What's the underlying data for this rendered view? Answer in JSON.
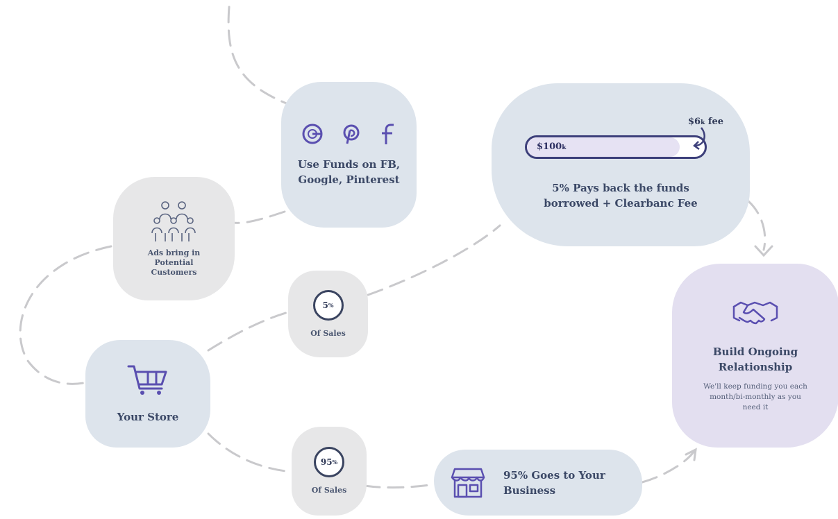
{
  "nodes": {
    "use_funds": {
      "label": "Use Funds on FB, Google, Pinterest"
    },
    "ads": {
      "label": "Ads bring in Potential Customers"
    },
    "your_store": {
      "label": "Your Store"
    },
    "five_pct": {
      "value": "5",
      "unit": "%",
      "caption": "Of Sales"
    },
    "ninety_five_pct": {
      "value": "95",
      "unit": "%",
      "caption": "Of Sales"
    },
    "payback": {
      "bar_value": "$100",
      "bar_unit": "k",
      "fee": "$6",
      "fee_unit": "k",
      "fee_word": "fee",
      "label": "5% Pays back the funds borrowed + Clearbanc Fee"
    },
    "business": {
      "label": "95% Goes to Your Business"
    },
    "relationship": {
      "title": "Build Ongoing Relationship",
      "subtitle": "We'll keep funding you each month/bi-monthly as you need it"
    }
  },
  "icons": {
    "social": [
      "google-icon",
      "pinterest-icon",
      "facebook-icon"
    ],
    "people": "people-group-icon",
    "cart": "shopping-cart-icon",
    "store": "storefront-icon",
    "handshake": "handshake-icon"
  },
  "colors": {
    "blue_blob": "#dde4ec",
    "grey_blob": "#e7e7e8",
    "lavender_blob": "#e3dff0",
    "accent": "#5a4fb0",
    "text": "#3b4866",
    "path": "#c9c9cc"
  }
}
